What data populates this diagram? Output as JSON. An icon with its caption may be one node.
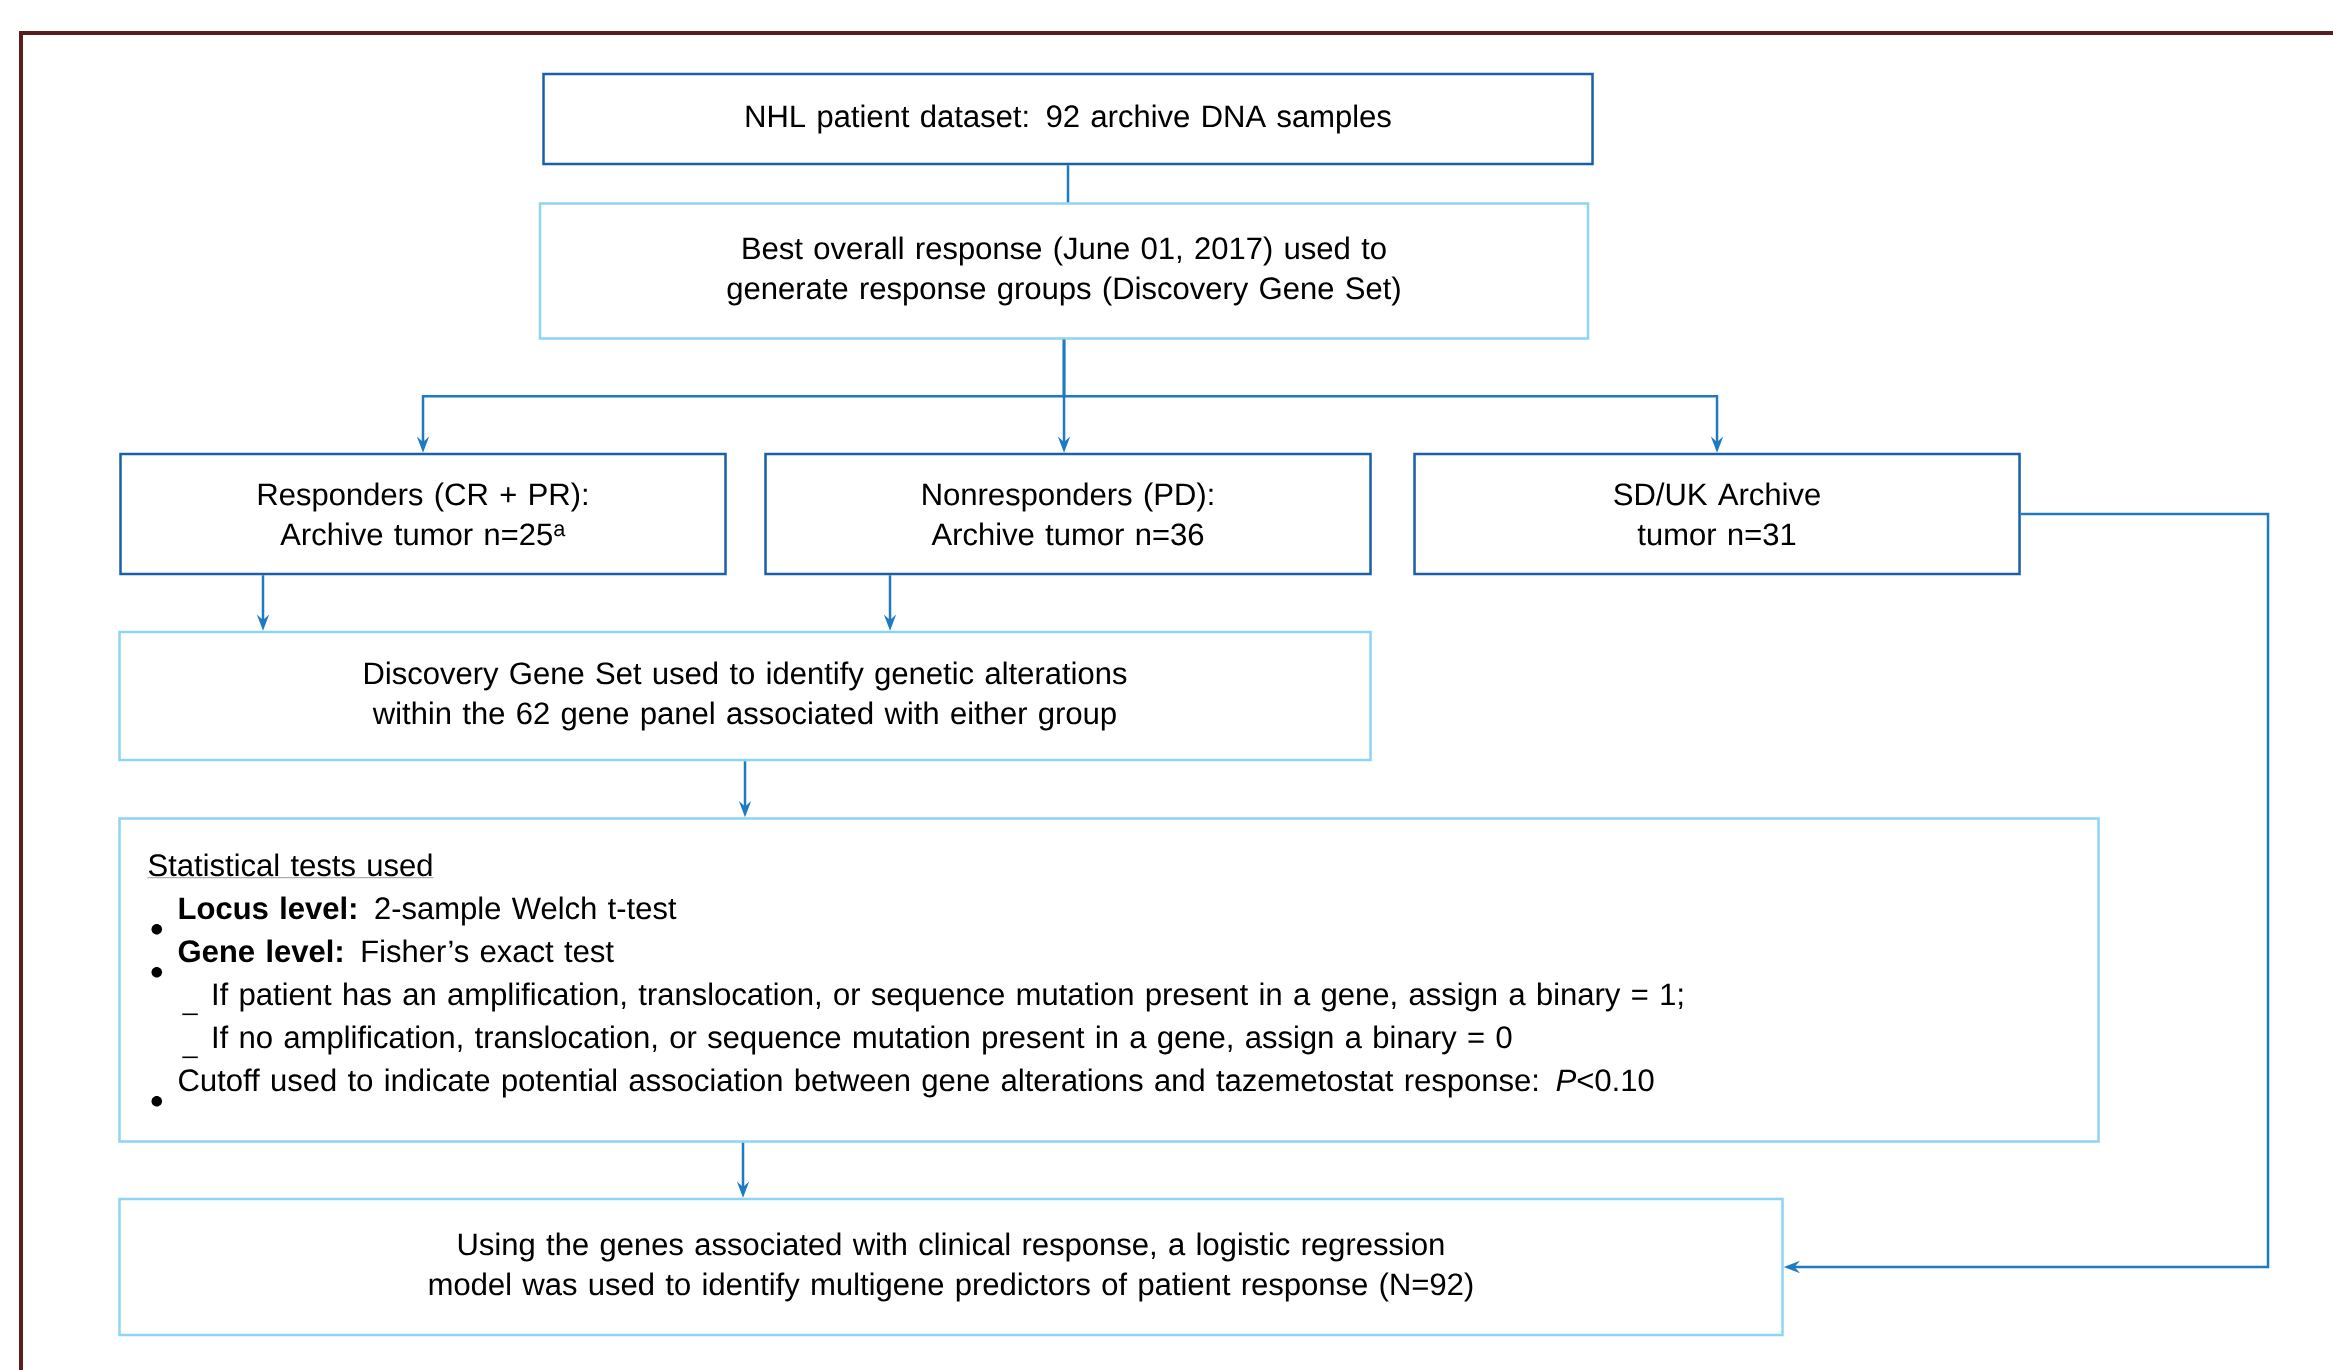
{
  "diagram": {
    "nodes": [
      {
        "text": [
          "NHL patient dataset: 92 archive DNA samples"
        ]
      },
      {
        "text": [
          "Best overall response (June 01, 2017) used to generate response groups (Discovery Gene Set)"
        ]
      },
      {
        "text": [
          "Responders (CR + PR): Archive tumor n=25$^{a}$"
        ]
      },
      {
        "text": [
          "Nonresponders (PD): Archive tumor n=36"
        ]
      },
      {
        "text": [
          "SD/UK Archive tumor n=31"
        ]
      },
      {
        "text": [
          "Discovery Gene Set used to identify genetic alterations within the 62 gene panel associated with either group"
        ]
      },
      {
        "text": [
          "Statistical tests used",
          "**Locus level:** 2-sample Welch t-test",
          "**Gene level:** Fisher’s exact test",
          "If patient has an amplification, translocation, or sequence mutation present in a gene, assign a binary = 1;",
          "If no amplification, translocation, or sequence mutation present in a gene, assign a binary = 0",
          "Cutoff used to indicate potential association between gene alterations and tazemetostat response: *P*<0.10"
        ]
      },
      {
        "text": [
          "Using the genes associated with clinical response, a logistic regression model was used to identify multigene predictors of patient response (N=92)"
        ]
      }
    ],
    "edges": [
      {
        "from": 0,
        "to": 1,
        "arrow": "none"
      },
      {
        "from": 1,
        "to": 2,
        "arrow": "to"
      },
      {
        "from": 1,
        "to": 3,
        "arrow": "to"
      },
      {
        "from": 1,
        "to": 4,
        "arrow": "to"
      },
      {
        "from": 2,
        "to": 5,
        "arrow": "to"
      },
      {
        "from": 3,
        "to": 5,
        "arrow": "to"
      },
      {
        "from": 5,
        "to": 6,
        "arrow": "to"
      },
      {
        "from": 6,
        "to": 7,
        "arrow": "to"
      },
      {
        "from": 4,
        "to": 7,
        "arrow": "to"
      }
    ]
  }
}
